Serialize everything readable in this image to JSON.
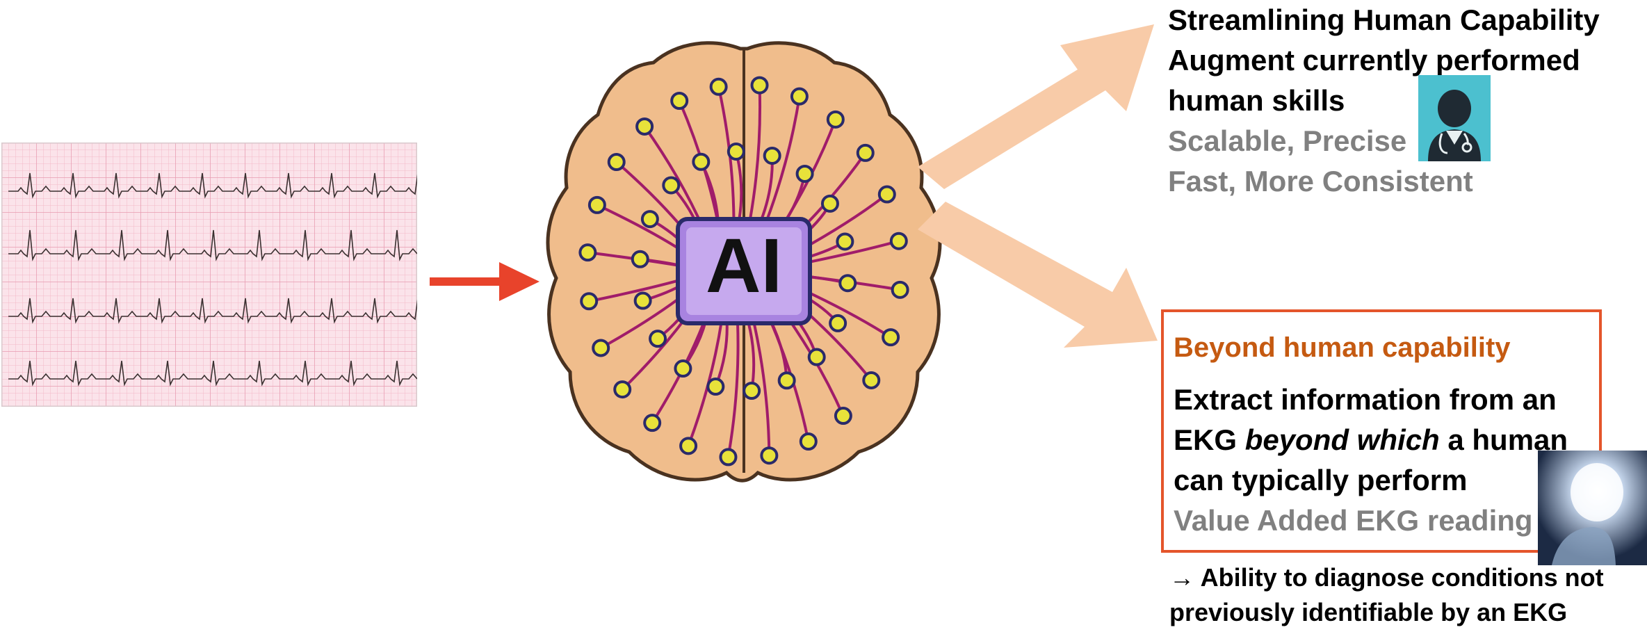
{
  "ai_label": "AI",
  "right_top": {
    "line1": "Streamlining Human Capability",
    "line2": "Augment currently performed",
    "line3": "human skills",
    "gray_line1": "Scalable, Precise",
    "gray_line2": "Fast, More Consistent"
  },
  "box": {
    "title": "Beyond human capability",
    "line1": "Extract information from an",
    "line2_pre": "EKG ",
    "line2_em": "beyond which",
    "line2_post": " a human",
    "line3": "can typically perform",
    "line4": "Value Added EKG reading"
  },
  "footer": {
    "arrow": "→",
    "line1": " Ability  to diagnose conditions not",
    "line2": "previously identifiable by an EKG"
  },
  "colors": {
    "ekg_grid": "#f3b8c8",
    "ekg_bg": "#fbe3ea",
    "red_arrow": "#e8432b",
    "brain_fill": "#f0bd8c",
    "circuit": "#a01c6a",
    "node_fill": "#e8e23a",
    "chip": "#a883e0",
    "peach_arrow": "#f8cba8",
    "box_border": "#e4552b",
    "box_title": "#c55a11",
    "gray_text": "#808080"
  }
}
